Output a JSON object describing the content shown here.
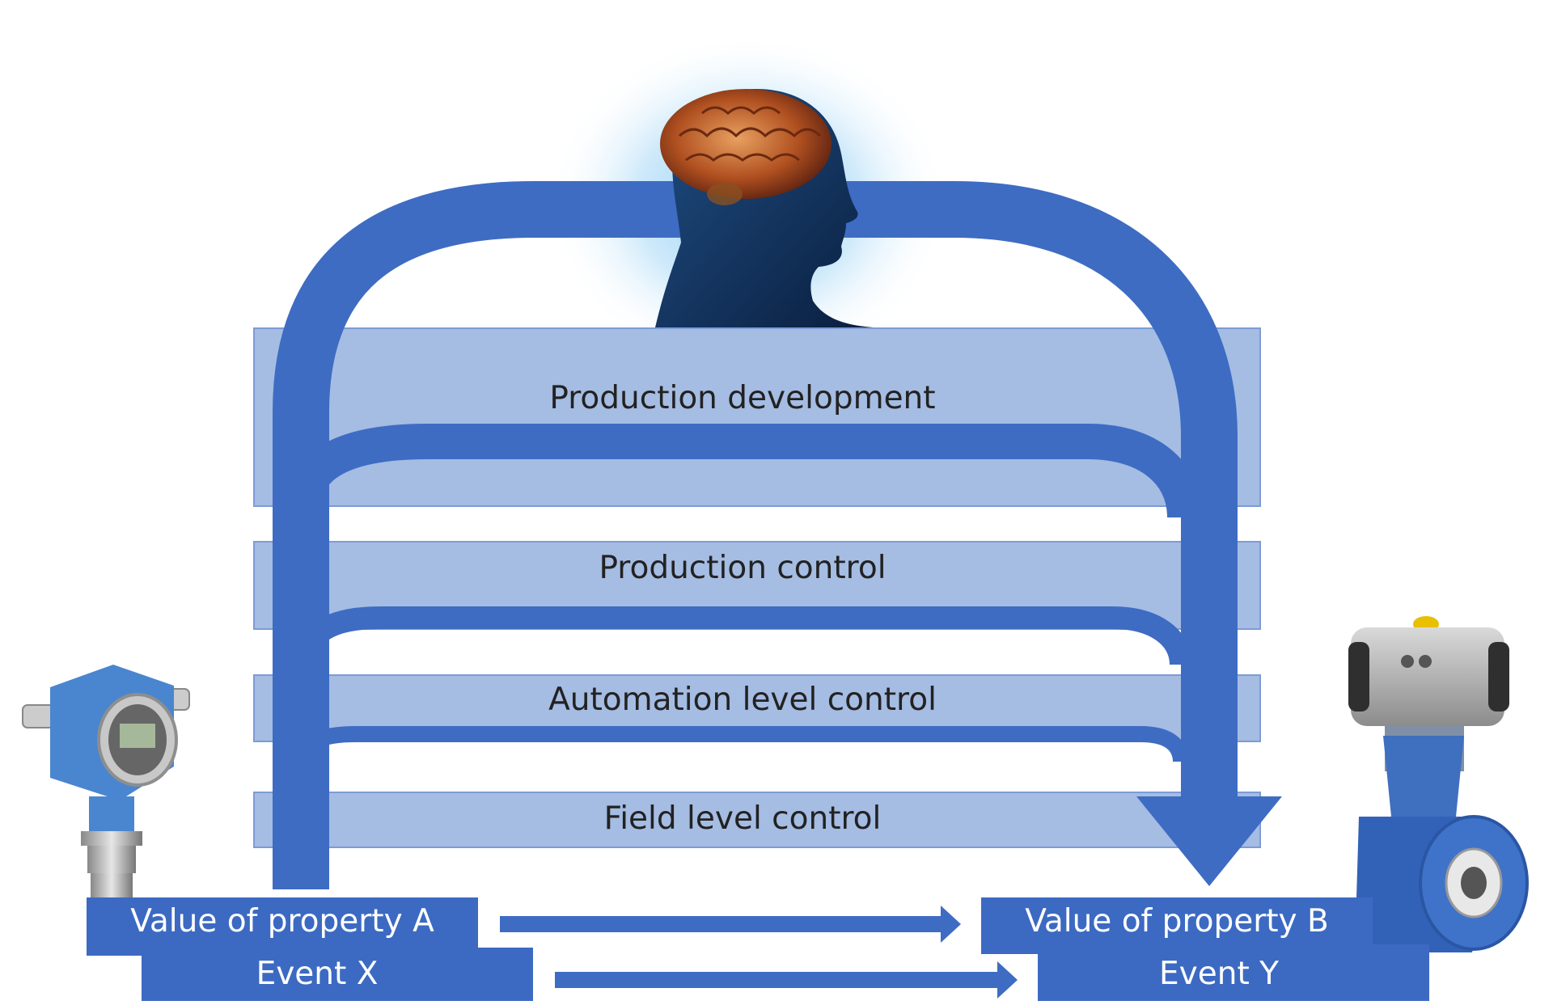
{
  "levels": {
    "production_development": "Production development",
    "production_control": "Production control",
    "automation_level_control": "Automation level control",
    "field_level_control": "Field level control"
  },
  "left_boxes": {
    "value_of_property_a": "Value of property A",
    "event_x": "Event X"
  },
  "right_boxes": {
    "value_of_property_b": "Value of property B",
    "event_y": "Event Y"
  },
  "colors": {
    "arrow_blue": "#3e6cc3",
    "band_light": "#a5bce3",
    "band_border": "#7d9bd6",
    "box_blue": "#3c6ac2",
    "glow": "#9fd2f5"
  },
  "icons": {
    "top": "human-head-brain-icon",
    "left": "pressure-transmitter-icon",
    "right": "actuated-butterfly-valve-icon"
  }
}
